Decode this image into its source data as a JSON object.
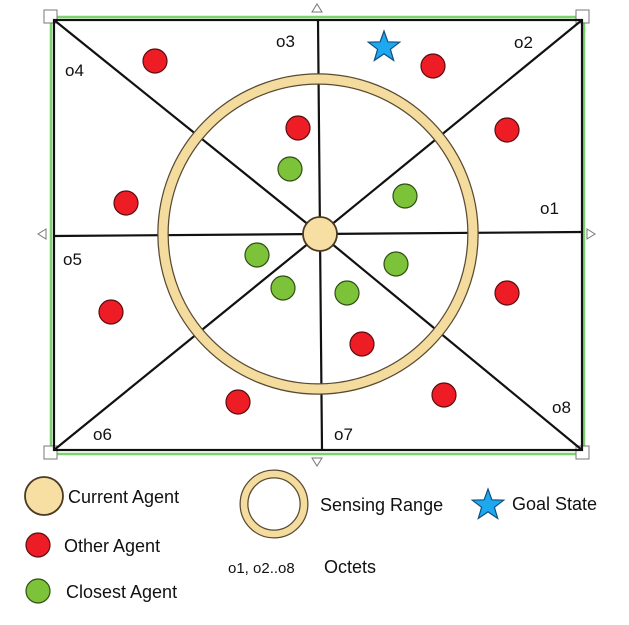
{
  "diagram": {
    "octet_labels": [
      "o1",
      "o2",
      "o3",
      "o4",
      "o5",
      "o6",
      "o7",
      "o8"
    ],
    "colors": {
      "frame_selection": "#7bd46b",
      "lines": "#111111",
      "current_agent_fill": "#f7dfa3",
      "current_agent_stroke": "#4a3a22",
      "sensing_ring": "#f3dc9e",
      "sensing_ring_edge": "#5a4a32",
      "other_agent_fill": "#ee1c24",
      "other_agent_stroke": "#5a0d10",
      "closest_agent_fill": "#7dc33a",
      "closest_agent_stroke": "#2f4d13",
      "goal_fill": "#1ea8f0",
      "goal_stroke": "#0e4f80"
    },
    "icons": {
      "goal": "star-icon"
    }
  },
  "legend": {
    "current_agent": "Current Agent",
    "other_agent": "Other Agent",
    "closest_agent": "Closest Agent",
    "sensing_range": "Sensing Range",
    "goal_state": "Goal State",
    "octets_key": "o1, o2..o8",
    "octets_label": "Octets"
  }
}
